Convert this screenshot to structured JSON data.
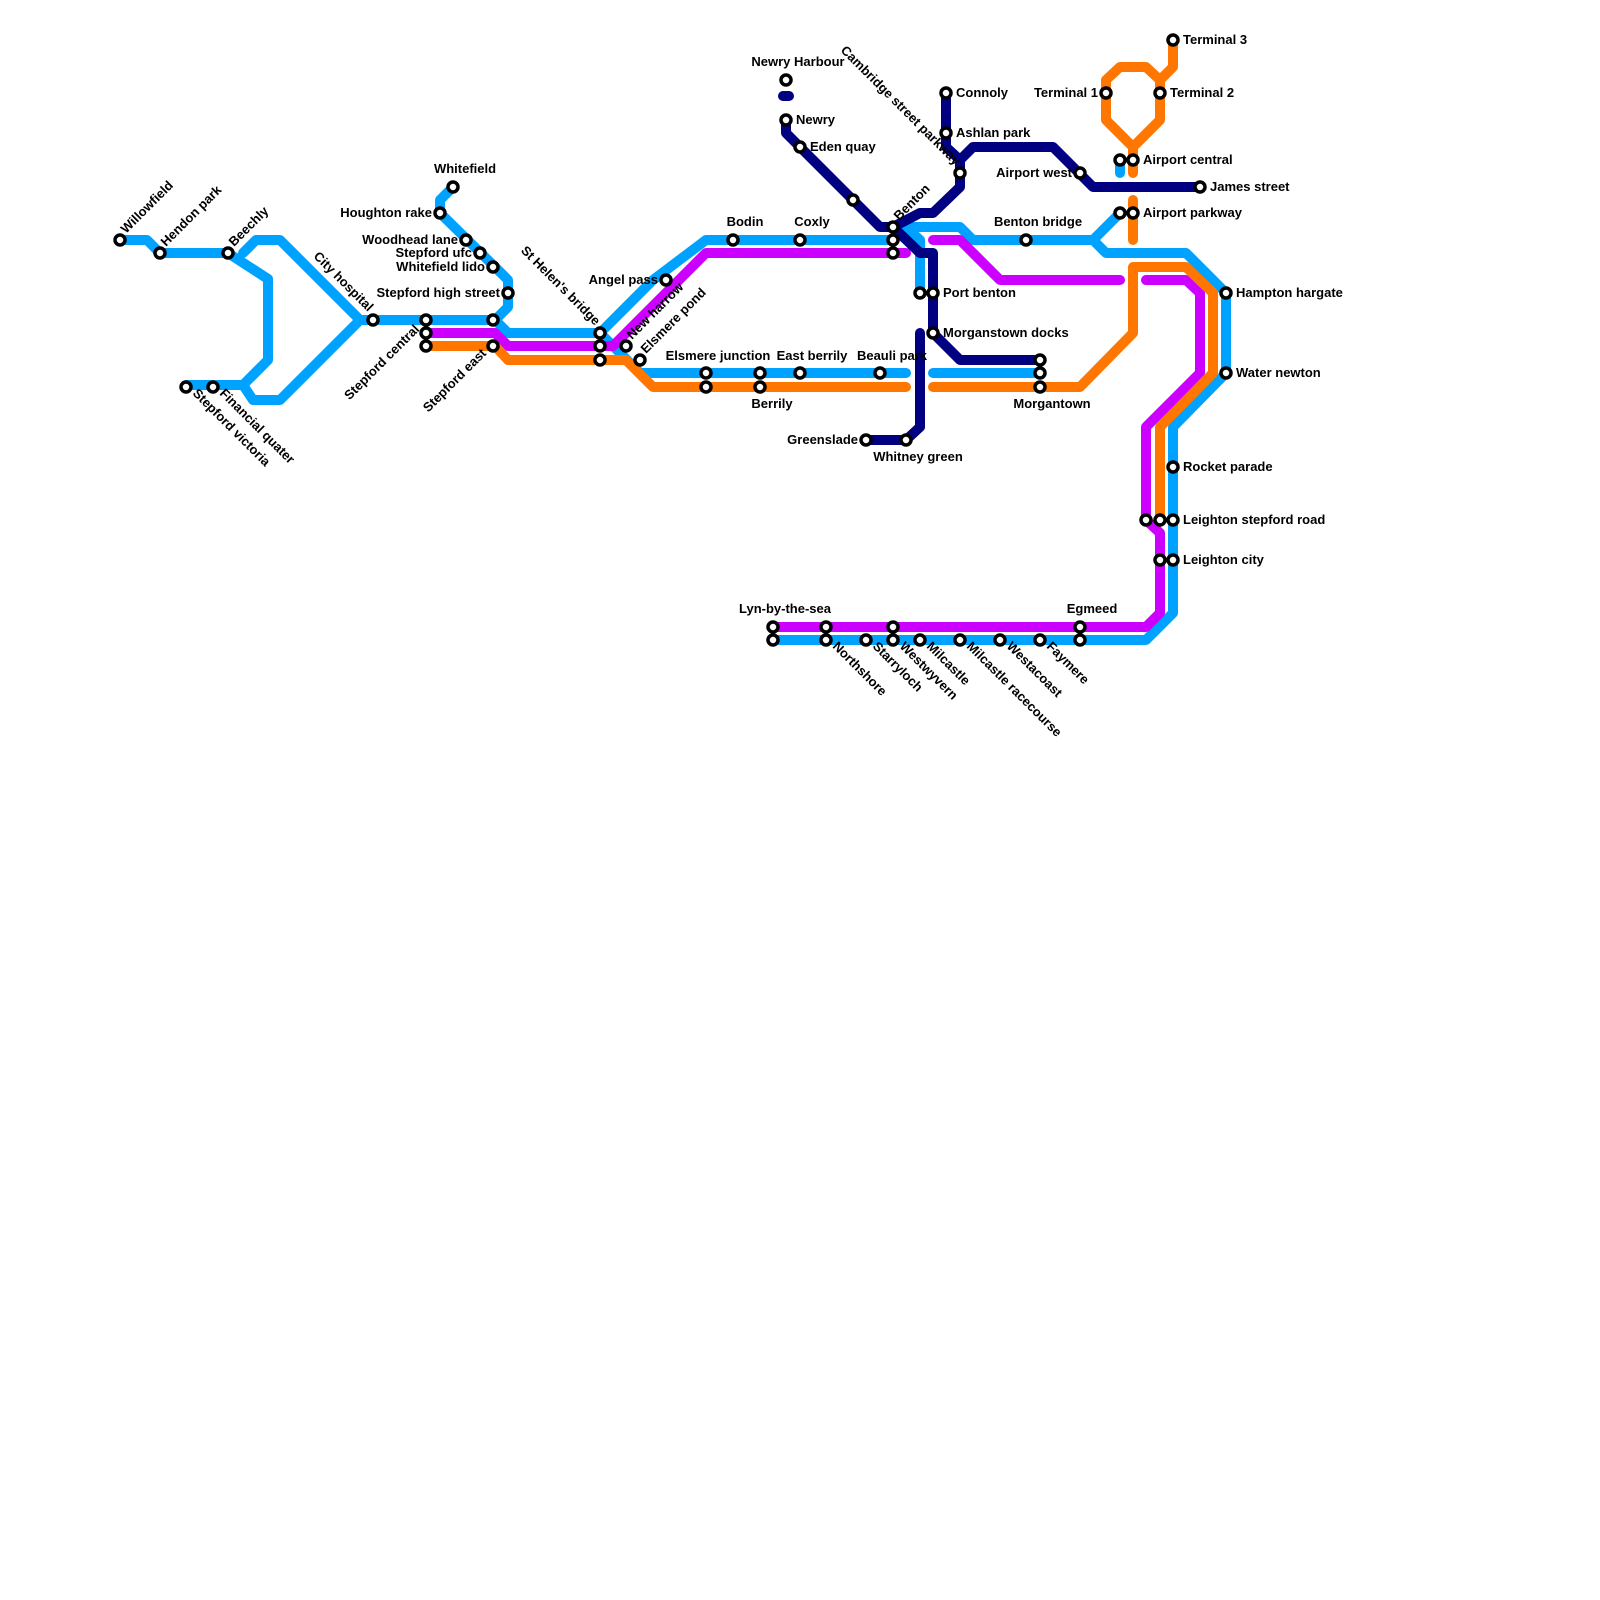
{
  "colors": {
    "light_blue": "#00a2ff",
    "magenta": "#cc00ff",
    "orange": "#ff7700",
    "navy": "#000080"
  },
  "lines": [
    {
      "name": "light-blue-line",
      "color": "light_blue"
    },
    {
      "name": "magenta-line",
      "color": "magenta"
    },
    {
      "name": "orange-line",
      "color": "orange"
    },
    {
      "name": "navy-line",
      "color": "navy"
    }
  ],
  "stations": {
    "willowfield": "Willowfield",
    "hendon_park": "Hendon park",
    "beechly": "Beechly",
    "city_hospital": "City hospital",
    "whitefield": "Whitefield",
    "houghton_rake": "Houghton rake",
    "woodhead_lane": "Woodhead lane",
    "stepford_ufc": "Stepford ufc",
    "whitefield_lido": "Whitefield lido",
    "stepford_high_street": "Stepford high street",
    "stepford_central": "Stepford central",
    "stepford_east": "Stepford east",
    "stepford_victoria": "Stepford victoria",
    "financial_quater": "Financial quater",
    "st_helens_bridge": "St Helen's bridge",
    "new_harrow": "New harrow",
    "elsmere_pond": "Elsmere pond",
    "angel_pass": "Angel pass",
    "bodin": "Bodin",
    "coxly": "Coxly",
    "elsmere_junction": "Elsmere junction",
    "east_berrily": "East berrily",
    "berrily": "Berrily",
    "beauli_park": "Beauli park",
    "newry_harbour": "Newry Harbour",
    "newry": "Newry",
    "eden_quay": "Eden quay",
    "cambridge_street_parkway": "Cambridge street parkway",
    "benton": "Benton",
    "connoly": "Connoly",
    "ashlan_park": "Ashlan park",
    "airport_west": "Airport west",
    "benton_bridge": "Benton bridge",
    "port_benton": "Port benton",
    "morganstown_docks": "Morganstown docks",
    "morgantown": "Morgantown",
    "greenslade": "Greenslade",
    "whitney_green": "Whitney green",
    "terminal_1": "Terminal 1",
    "terminal_2": "Terminal 2",
    "terminal_3": "Terminal 3",
    "airport_central": "Airport central",
    "james_street": "James street",
    "airport_parkway": "Airport parkway",
    "hampton_hargate": "Hampton hargate",
    "water_newton": "Water newton",
    "rocket_parade": "Rocket parade",
    "leighton_stepford_road": "Leighton stepford road",
    "leighton_city": "Leighton city",
    "lyn_by_the_sea": "Lyn-by-the-sea",
    "egmeed": "Egmeed",
    "northshore": "Northshore",
    "starryloch": "Starryloch",
    "westwyvern": "Westwyvern",
    "milcastle": "Milcastle",
    "milcastle_racecourse": "Milcastle racecourse",
    "westacoast": "Westacoast",
    "faymere": "Faymere"
  }
}
